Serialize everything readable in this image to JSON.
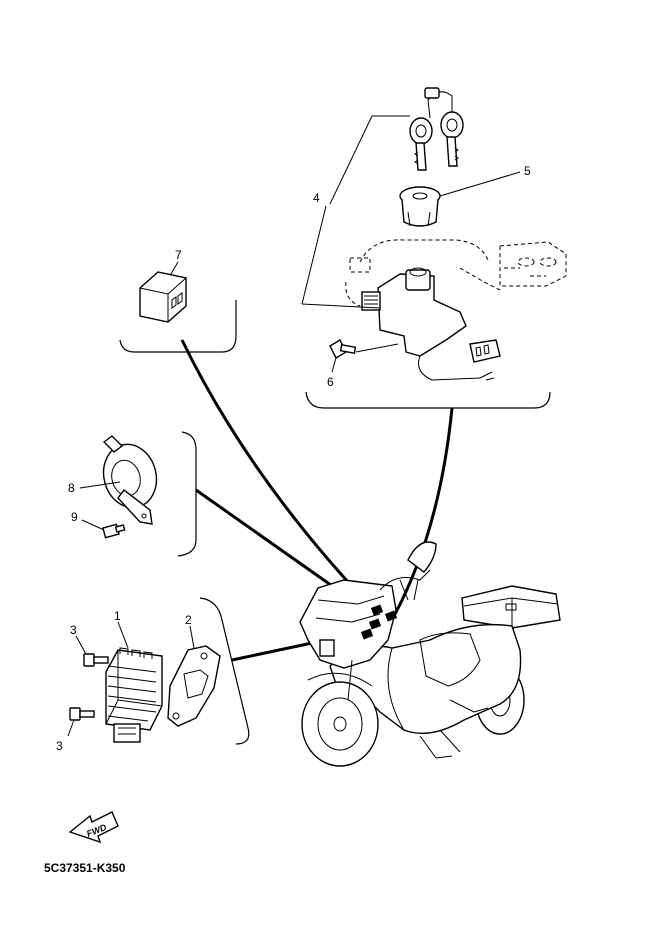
{
  "callouts": {
    "c1": "1",
    "c2": "2",
    "c3a": "3",
    "c3b": "3",
    "c4": "4",
    "c5": "5",
    "c6": "6",
    "c7": "7",
    "c8": "8",
    "c9": "9"
  },
  "fwd_label": "FWD",
  "diagram_code": "5C37351-K350"
}
